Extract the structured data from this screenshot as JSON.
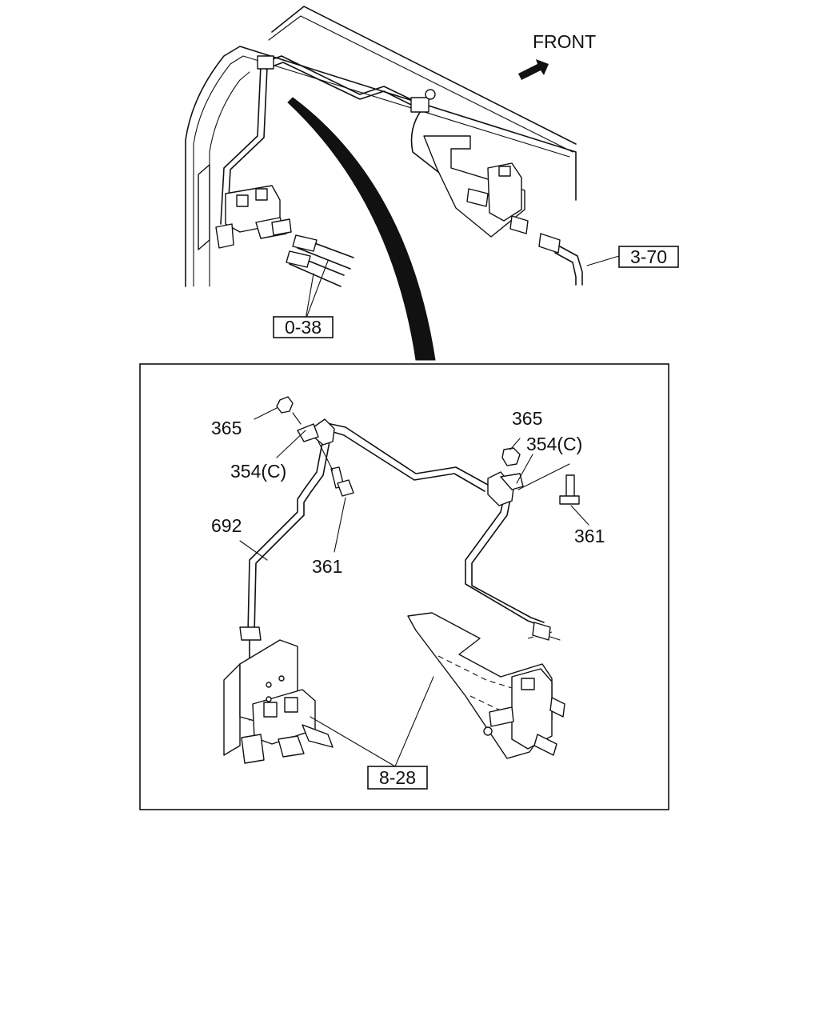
{
  "orientation": {
    "front_label": "FRONT"
  },
  "references": {
    "ref_3_70": "3-70",
    "ref_0_38": "0-38",
    "ref_8_28": "8-28"
  },
  "callouts": {
    "nut_365_left": "365",
    "clip_354c_left": "354(C)",
    "pipe_692": "692",
    "bolt_361_left": "361",
    "nut_365_right": "365",
    "clip_354c_right": "354(C)",
    "bolt_361_right": "361"
  }
}
